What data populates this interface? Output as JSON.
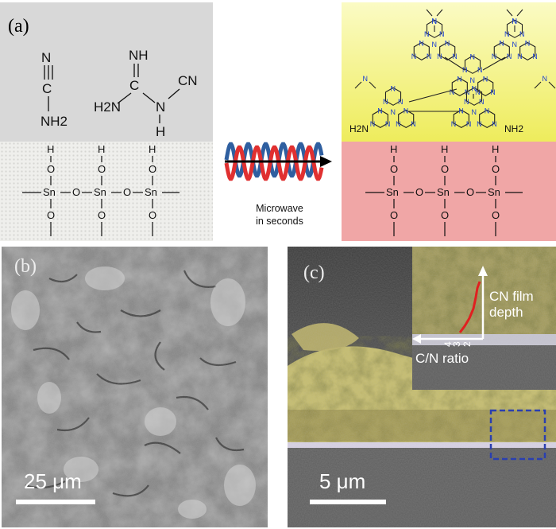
{
  "panel_a": {
    "label": "(a)",
    "reactant_cyanamide": {
      "top": "N",
      "middle": "C",
      "bottom": "NH2"
    },
    "reactant_dicyandiamide": {
      "nh": "NH",
      "c": "C",
      "h2n": "H2N",
      "n": "N",
      "h": "H",
      "cn": "CN"
    },
    "substrate": {
      "h": "H",
      "o": "O",
      "sn": "Sn"
    },
    "arrow_text_line1": "Microwave",
    "arrow_text_line2": "in seconds",
    "product": {
      "h2n": "H2N",
      "nh2": "NH2",
      "n": "N"
    }
  },
  "panel_b": {
    "label": "(b)",
    "scale_text": "25 μm"
  },
  "panel_c": {
    "label": "(c)",
    "scale_text": "5 μm",
    "inset_label_line1": "CN film",
    "inset_label_line2": "depth",
    "inset_axis_label": "C/N ratio",
    "inset_ticks": [
      "4",
      "3",
      "2"
    ]
  },
  "colors": {
    "reactant_bg": "#d9d9d9",
    "product_bg": "#f0ef6a",
    "substrate_left": "#f0f0ee",
    "substrate_right": "#f0a5a5",
    "wave_blue": "#2f5fa0",
    "wave_red": "#e03030",
    "film_yellow": "#c8c070",
    "scale_dash": "#2a3fb0"
  }
}
